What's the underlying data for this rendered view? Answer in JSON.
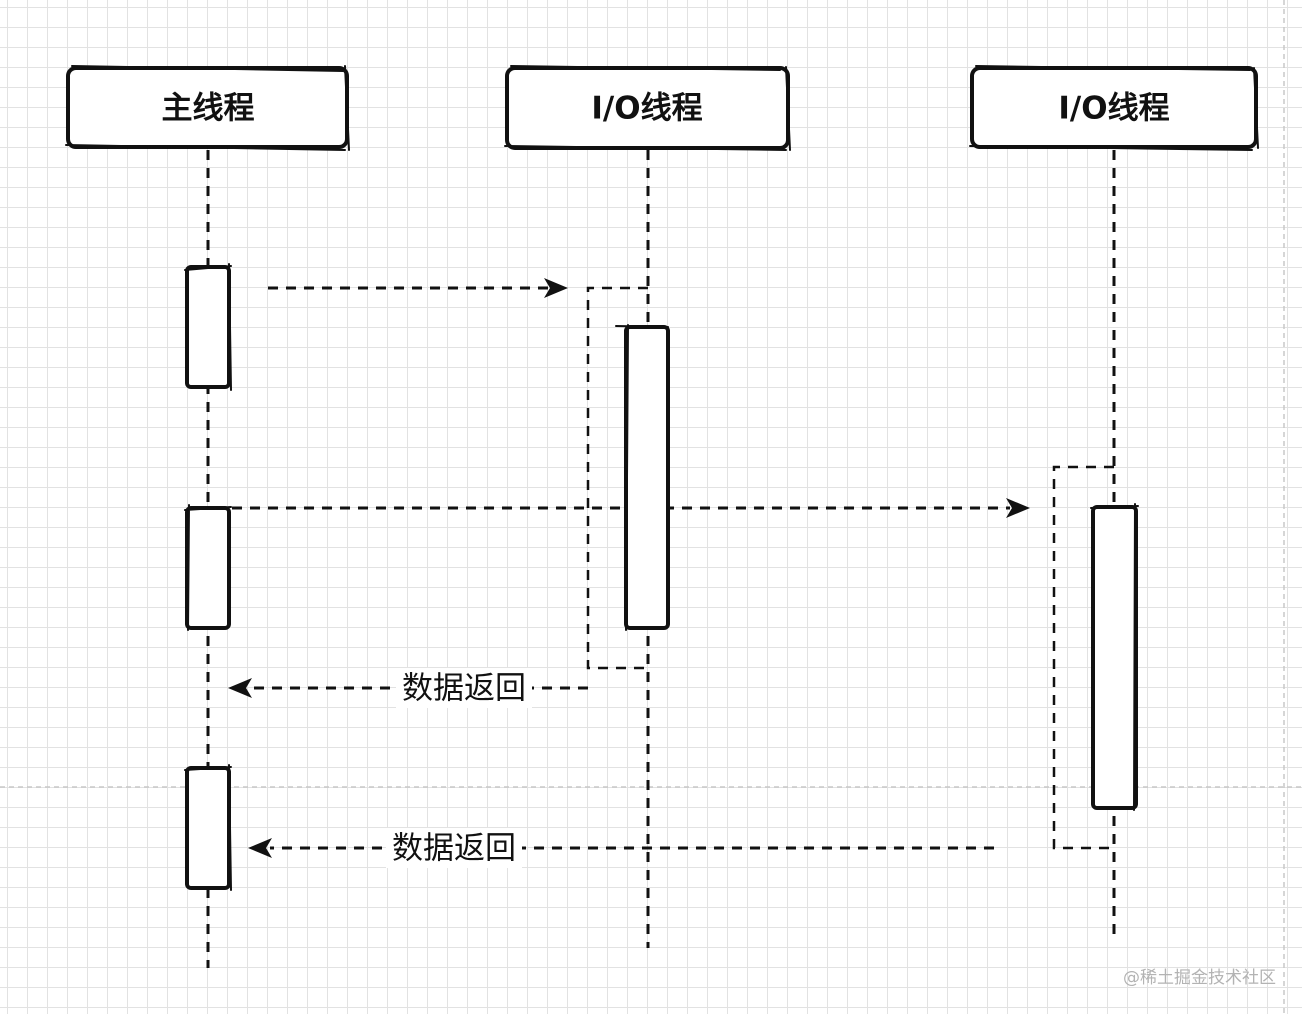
{
  "participants": [
    {
      "label": "主线程"
    },
    {
      "label": "I/O线程"
    },
    {
      "label": "I/O线程"
    }
  ],
  "messages": [
    {
      "label": "数据返回"
    },
    {
      "label": "数据返回"
    }
  ],
  "watermark": "@稀土掘金技术社区",
  "colors": {
    "ink": "#111111",
    "grid": "#e2e2e2",
    "watermark": "#b3b3b3"
  }
}
